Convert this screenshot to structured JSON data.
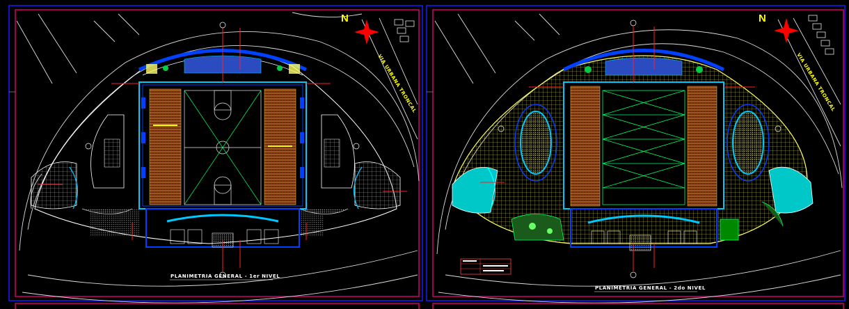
{
  "sheets": [
    {
      "id": "level-1",
      "title": "PLANIMETRIA GENERAL - 1er NIVEL",
      "road_label": "VIA URBANA TRONCAL",
      "north": "N"
    },
    {
      "id": "level-2",
      "title": "PLANIMETRIA GENERAL - 2do NIVEL",
      "road_label": "VIA URBANA TRONCAL",
      "north": "N"
    }
  ],
  "colors": {
    "background": "#000000",
    "sheet_border": "#d4006a",
    "frame_border": "#1a1aff",
    "wall": "#0040ff",
    "outline": "#ffffff",
    "court_floor": "#5a2a10",
    "court_line": "#e8e8e8",
    "stairs": "#00c8ff",
    "axis": "#ff2020",
    "text": "#ffff00",
    "vegetation": "#00ff00",
    "north_star": "#ff0000",
    "terrace": "#ffff66"
  },
  "icons": [
    "north-arrow-icon",
    "parking-block-icon",
    "axis-bubble-icon"
  ]
}
